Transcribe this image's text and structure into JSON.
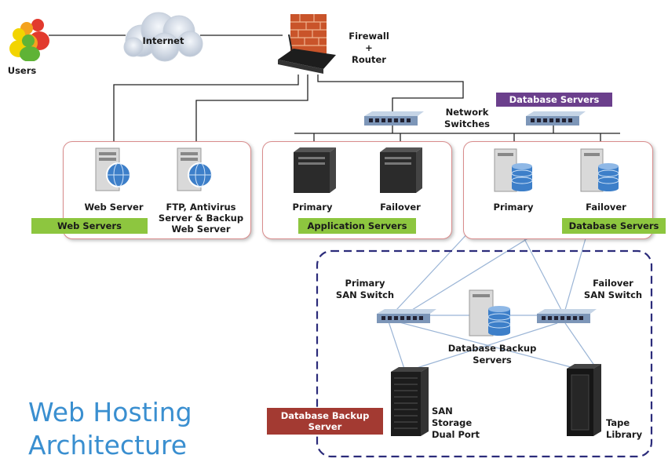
{
  "nodes": {
    "users": "Users",
    "internet": "Internet",
    "firewall_line1": "Firewall",
    "firewall_line2": "+",
    "firewall_line3": "Router",
    "network_switches_line1": "Network",
    "network_switches_line2": "Switches",
    "web_server": "Web Server",
    "ftp_line1": "FTP, Antivirus",
    "ftp_line2": "Server & Backup",
    "ftp_line3": "Web Server",
    "app_primary": "Primary",
    "app_failover": "Failover",
    "db_primary": "Primary",
    "db_failover": "Failover",
    "primary_san_line1": "Primary",
    "primary_san_line2": "SAN Switch",
    "failover_san_line1": "Failover",
    "failover_san_line2": "SAN Switch",
    "db_backup_line1": "Database Backup",
    "db_backup_line2": "Servers",
    "san_line1": "SAN",
    "san_line2": "Storage",
    "san_line3": "Dual Port",
    "tape_line1": "Tape",
    "tape_line2": "Library"
  },
  "tags": {
    "web_servers": "Web Servers",
    "application_servers": "Application Servers",
    "database_servers_bottom": "Database Servers",
    "database_servers_top": "Database Servers",
    "database_backup_line1": "Database Backup",
    "database_backup_line2": "Server"
  },
  "title": {
    "line1": "Web Hosting",
    "line2": "Architecture"
  },
  "colors": {
    "tag_green": "#8dc63f",
    "tag_purple": "#6b3f8c",
    "tag_red": "#a33a32",
    "title_blue": "#3a8fd0",
    "group_border": "#d98c8c",
    "san_border": "#2b2b7a",
    "san_links": "#9bb5d6"
  }
}
